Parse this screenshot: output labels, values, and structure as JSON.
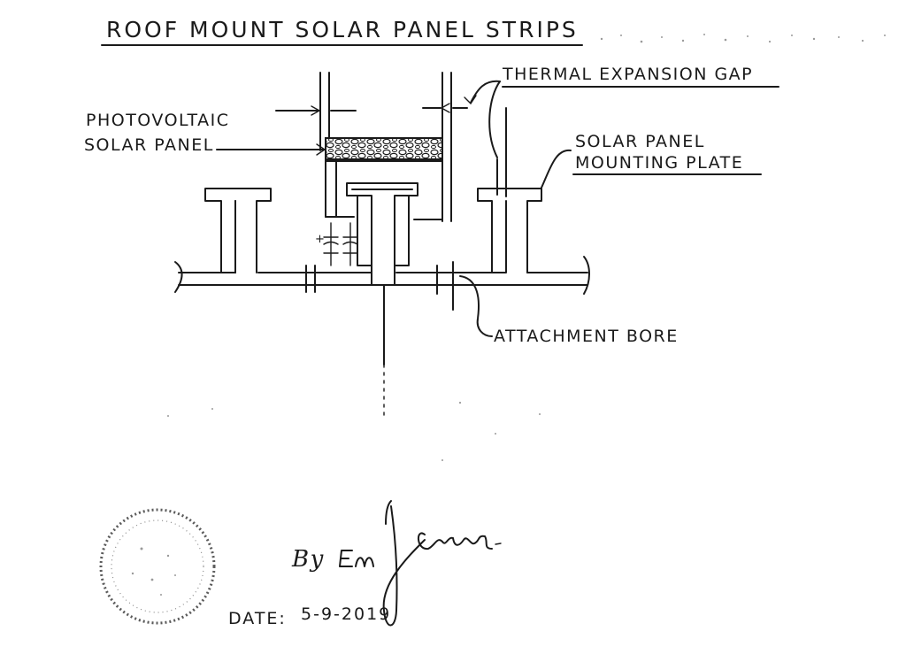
{
  "drawing": {
    "title": "ROOF MOUNT SOLAR PANEL STRIPS",
    "labels": {
      "thermal_gap": "THERMAL EXPANSION GAP",
      "pv_line1": "PHOTOVOLTAIC",
      "pv_line2": "SOLAR PANEL",
      "plate_line1": "SOLAR PANEL",
      "plate_line2": "MOUNTING PLATE",
      "bore": "ATTACHMENT BORE"
    },
    "byline": "By",
    "date_label": "DATE:",
    "date_value": "5-9-2019"
  }
}
